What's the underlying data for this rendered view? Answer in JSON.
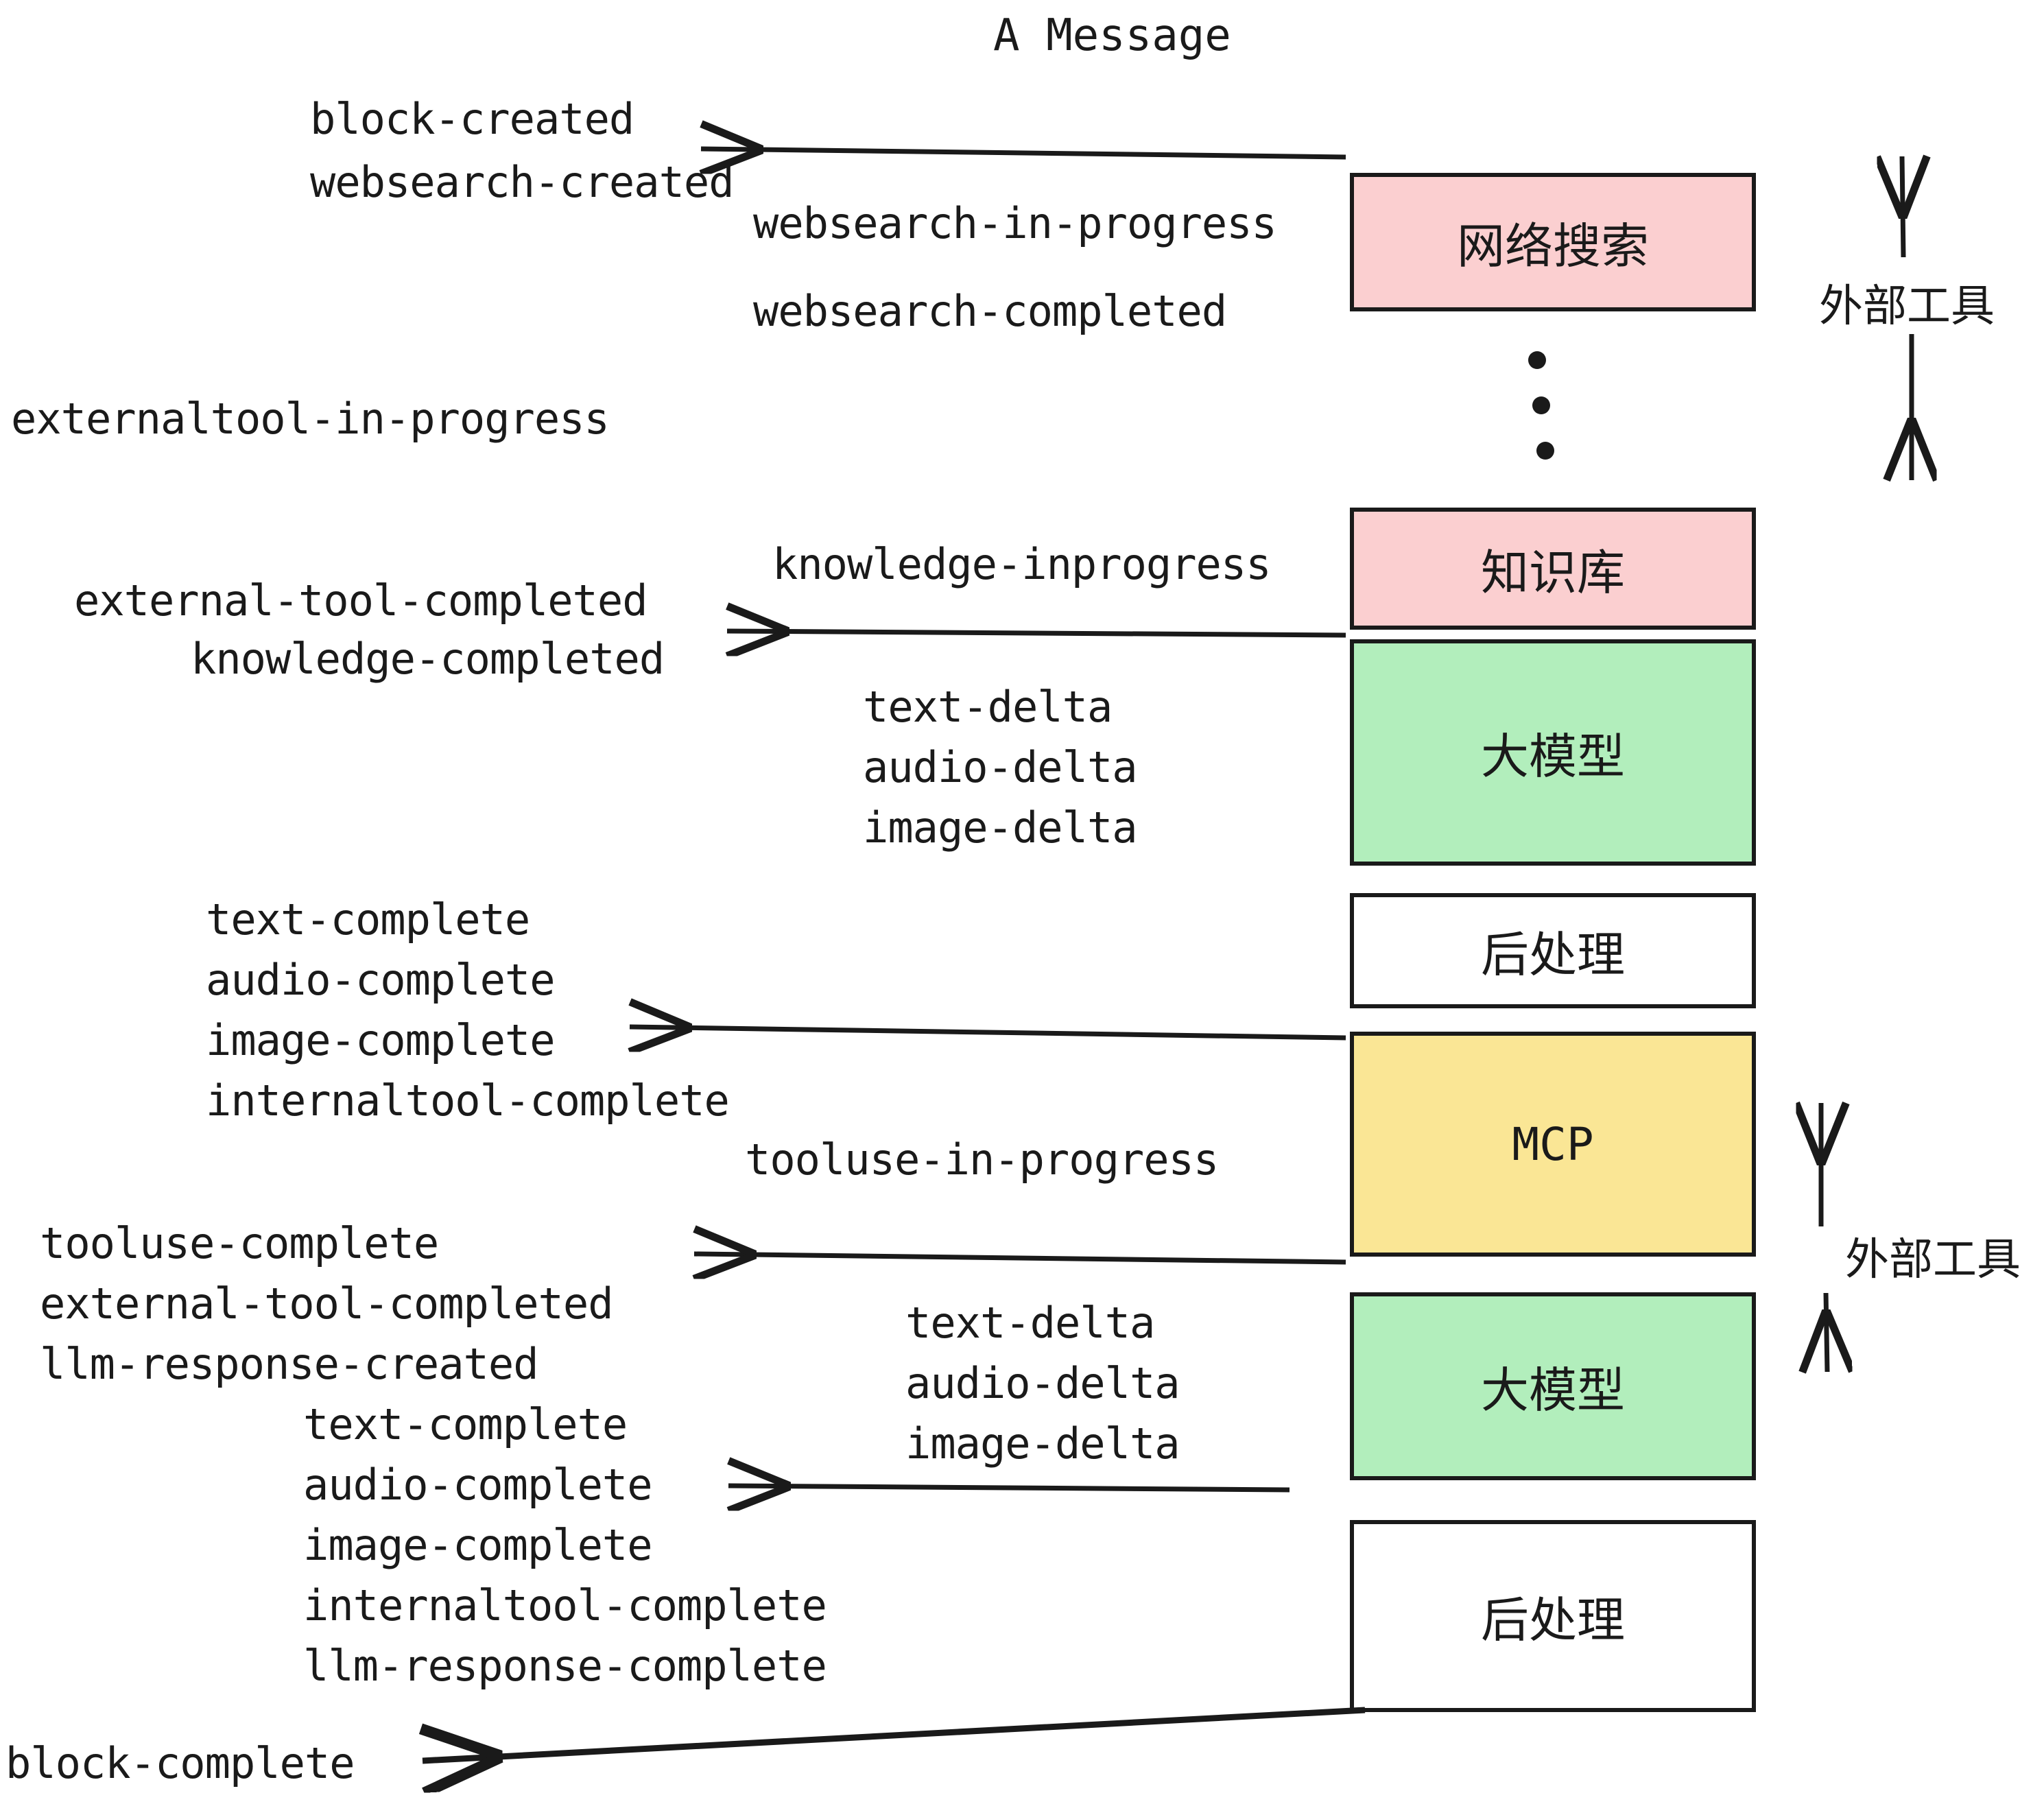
{
  "title": "A Message",
  "colors": {
    "pink": "#fbcfd0",
    "green": "#b2eebc",
    "yellow": "#fae695",
    "white": "#ffffff",
    "stroke": "#1a1a1a"
  },
  "boxes": [
    {
      "id": "websearch",
      "label": "网络搜索",
      "fill": "#fbcfd0",
      "mono": false
    },
    {
      "id": "knowledge",
      "label": "知识库",
      "fill": "#fbcfd0",
      "mono": false
    },
    {
      "id": "llm-1",
      "label": "大模型",
      "fill": "#b2eebc",
      "mono": false
    },
    {
      "id": "postprocess-1",
      "label": "后处理",
      "fill": "#ffffff",
      "mono": false
    },
    {
      "id": "mcp",
      "label": "MCP",
      "fill": "#fae695",
      "mono": true
    },
    {
      "id": "llm-2",
      "label": "大模型",
      "fill": "#b2eebc",
      "mono": false
    },
    {
      "id": "postprocess-2",
      "label": "后处理",
      "fill": "#ffffff",
      "mono": false
    }
  ],
  "side_labels": [
    {
      "id": "external-tools-top",
      "text": "外部工具"
    },
    {
      "id": "external-tools-bottom",
      "text": "外部工具"
    }
  ],
  "events": {
    "block_created": "block-created",
    "websearch_created": "websearch-created",
    "websearch_in_progress": "websearch-in-progress",
    "websearch_completed": "websearch-completed",
    "externaltool_in_progress": "externaltool-in-progress",
    "knowledge_inprogress": "knowledge-inprogress",
    "external_tool_completed_1": "external-tool-completed",
    "knowledge_completed": "knowledge-completed",
    "text_delta_1": "text-delta",
    "audio_delta_1": "audio-delta",
    "image_delta_1": "image-delta",
    "text_complete_1": "text-complete",
    "audio_complete_1": "audio-complete",
    "image_complete_1": "image-complete",
    "internaltool_complete_1": "internaltool-complete",
    "tooluse_in_progress": "tooluse-in-progress",
    "tooluse_complete": "tooluse-complete",
    "external_tool_completed_2": "external-tool-completed",
    "llm_response_created": "llm-response-created",
    "text_delta_2": "text-delta",
    "audio_delta_2": "audio-delta",
    "image_delta_2": "image-delta",
    "text_complete_2": "text-complete",
    "audio_complete_2": "audio-complete",
    "image_complete_2": "image-complete",
    "internaltool_complete_2": "internaltool-complete",
    "llm_response_complete": "llm-response-complete",
    "block_complete": "block-complete"
  },
  "ellipsis": "⋮"
}
